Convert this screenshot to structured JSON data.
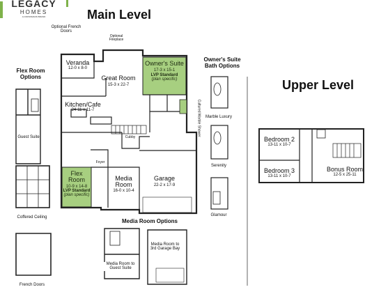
{
  "colors": {
    "highlight": "#a7cf80",
    "line": "#222222",
    "logo_green": "#7fb24a"
  },
  "logo": {
    "line1": "LEGACY",
    "line2": "HOMES",
    "line3": "A CROSSMANN BRAND"
  },
  "main_level": {
    "title": "Main Level",
    "optional_french_doors": "Optional French Doors",
    "optional_fireplace": "Optional Fireplace",
    "rooms": {
      "veranda": {
        "name": "Veranda",
        "dim": "12-0 x 8-0"
      },
      "great_room": {
        "name": "Great Room",
        "dim": "15-3 x 22-7"
      },
      "kitchen": {
        "name": "Kitchen/Cafe",
        "dim": "24-11 x 11-7"
      },
      "owners_suite": {
        "name": "Owner's Suite",
        "dim": "17-3 x 15-1",
        "note": "LVP Standard",
        "note2": "(plan specific)"
      },
      "flex_room": {
        "name": "Flex Room",
        "dim": "10-9 x 14-8",
        "note": "LVP Standard",
        "note2": "(plan specific)"
      },
      "media_room": {
        "name": "Media Room",
        "dim": "16-0 x 10-4"
      },
      "garage": {
        "name": "Garage",
        "dim": "22-2 x 17-9"
      },
      "foyer": "Foyer",
      "cubby": "Cubby",
      "cultured_marble": "Cultured Marble Shower"
    }
  },
  "flex_room_options": {
    "title": "Flex Room Options",
    "items": [
      "Guest Suite",
      "Coffered Ceiling",
      "French Doors"
    ]
  },
  "owners_bath_options": {
    "title": "Owner's Suite Bath Options",
    "items": [
      "Marble Luxury",
      "Serenity",
      "Glamour"
    ]
  },
  "media_room_options": {
    "title": "Media Room Options",
    "items": [
      "Media Room to Guest Suite",
      "Media Room to 3rd Garage Bay"
    ]
  },
  "upper_level": {
    "title": "Upper Level",
    "rooms": {
      "bedroom2": {
        "name": "Bedroom 2",
        "dim": "13-11 x 10-7"
      },
      "bedroom3": {
        "name": "Bedroom 3",
        "dim": "13-11 x 10-7"
      },
      "bonus": {
        "name": "Bonus Room",
        "dim": "12-5 x 25-11"
      }
    }
  }
}
